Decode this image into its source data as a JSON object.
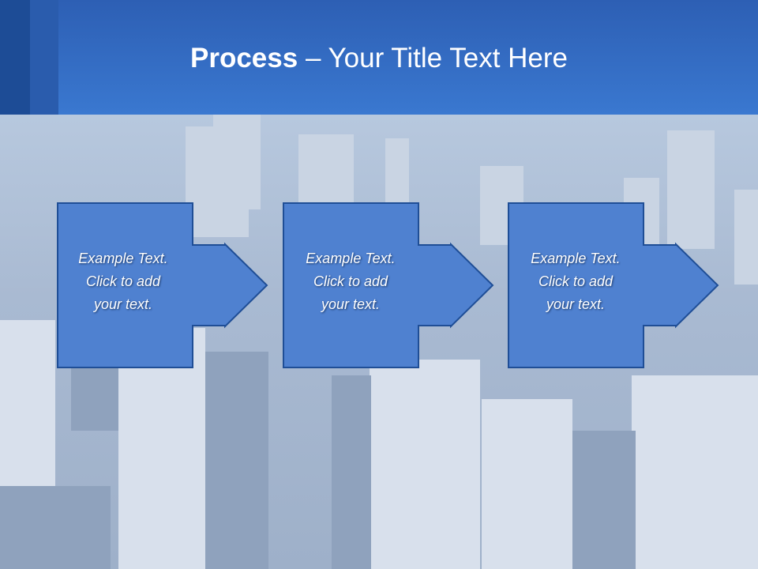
{
  "title": {
    "bold": "Process",
    "rest": " – Your Title Text Here"
  },
  "steps": [
    {
      "line1": "Example Text.",
      "line2": "Click  to add",
      "line3": "your text."
    },
    {
      "line1": "Example Text.",
      "line2": "Click  to add",
      "line3": "your text."
    },
    {
      "line1": "Example Text.",
      "line2": "Click  to add",
      "line3": "your text."
    }
  ],
  "colors": {
    "header": "#3a78d0",
    "shape_fill": "#4f81d0",
    "shape_border": "#1f4e96",
    "text": "#ffffff"
  }
}
